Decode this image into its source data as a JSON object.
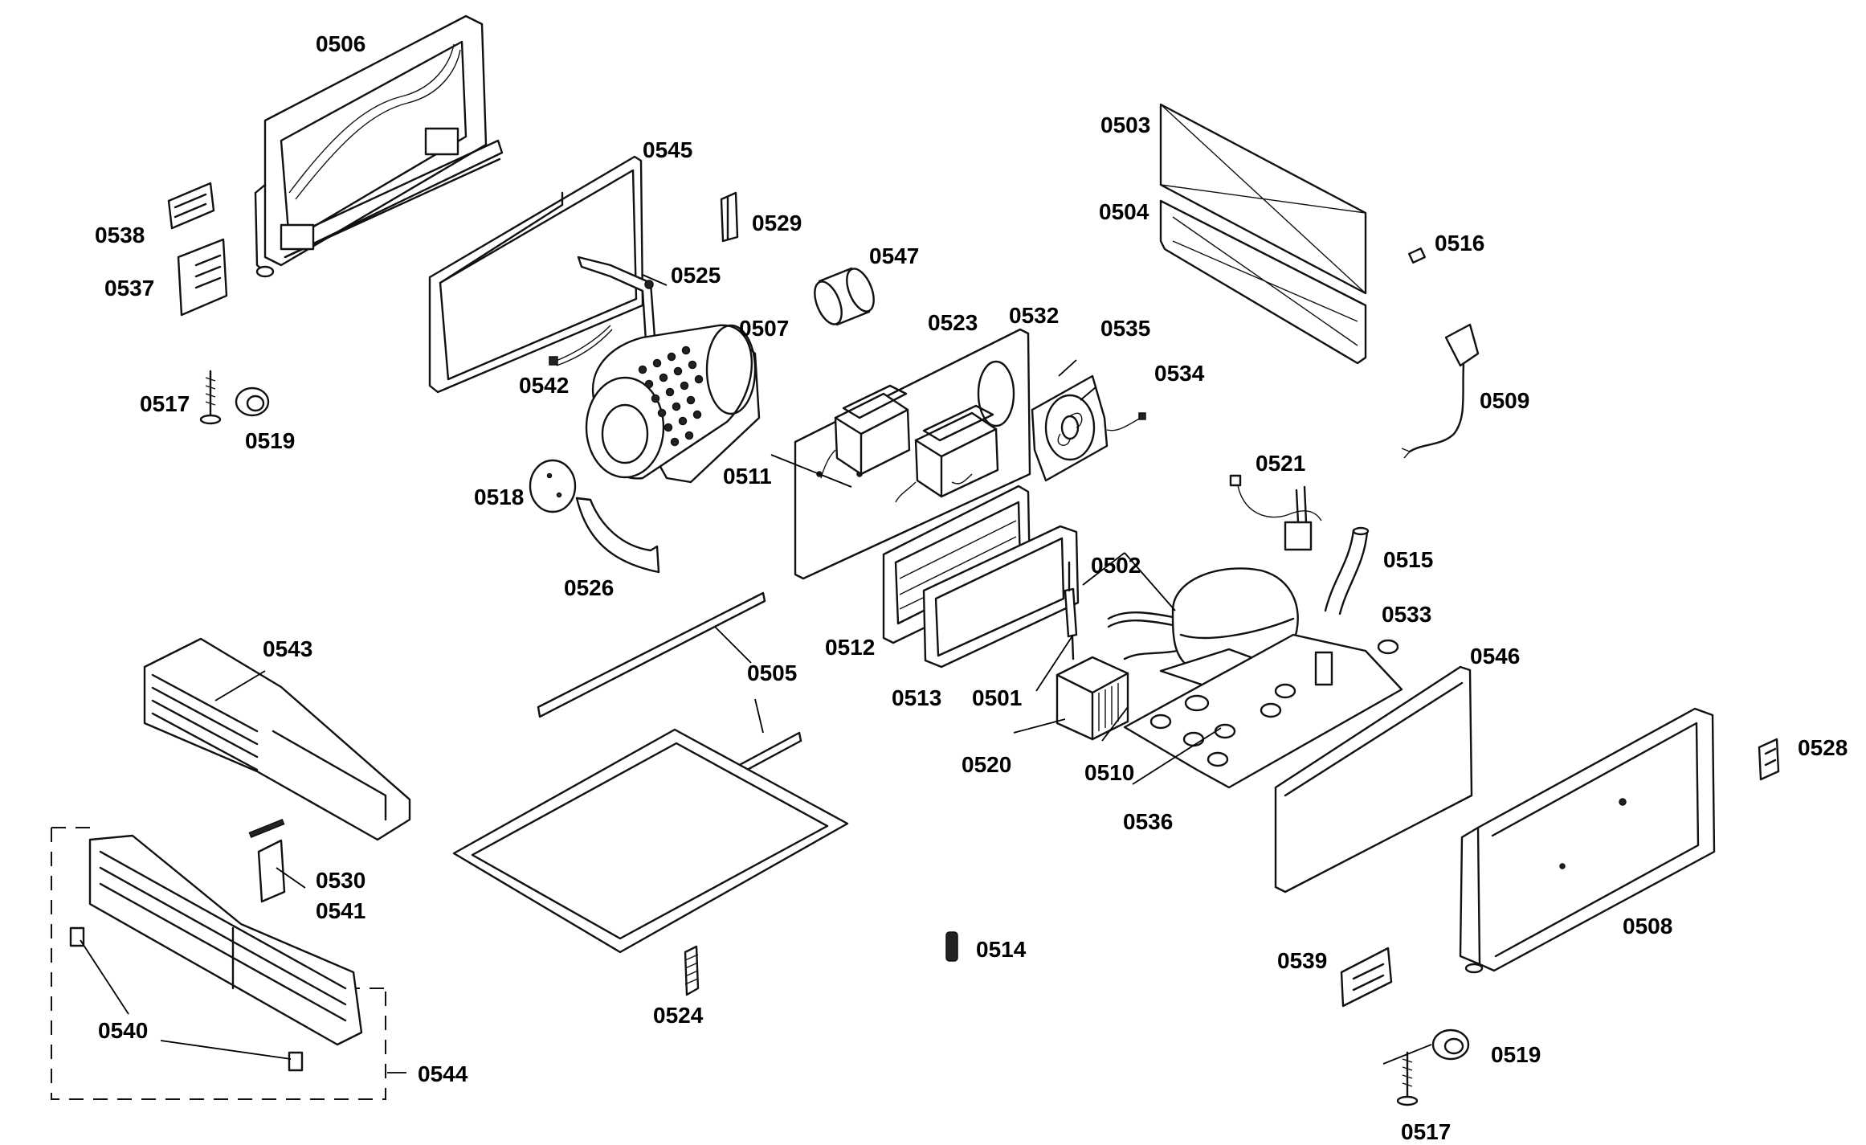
{
  "diagram": {
    "labels": {
      "l0501": "0501",
      "l0502": "0502",
      "l0503": "0503",
      "l0504": "0504",
      "l0505": "0505",
      "l0506": "0506",
      "l0507": "0507",
      "l0508": "0508",
      "l0509": "0509",
      "l0510": "0510",
      "l0511": "0511",
      "l0512": "0512",
      "l0513": "0513",
      "l0514": "0514",
      "l0515": "0515",
      "l0516": "0516",
      "l0517a": "0517",
      "l0517b": "0517",
      "l0518": "0518",
      "l0519a": "0519",
      "l0519b": "0519",
      "l0520": "0520",
      "l0521": "0521",
      "l0523": "0523",
      "l0524": "0524",
      "l0525": "0525",
      "l0526": "0526",
      "l0528": "0528",
      "l0529": "0529",
      "l0530": "0530",
      "l0532": "0532",
      "l0533": "0533",
      "l0534": "0534",
      "l0535": "0535",
      "l0536": "0536",
      "l0537": "0537",
      "l0538": "0538",
      "l0539": "0539",
      "l0540": "0540",
      "l0541": "0541",
      "l0542": "0542",
      "l0543": "0543",
      "l0544": "0544",
      "l0545": "0545",
      "l0546": "0546",
      "l0547": "0547"
    }
  }
}
